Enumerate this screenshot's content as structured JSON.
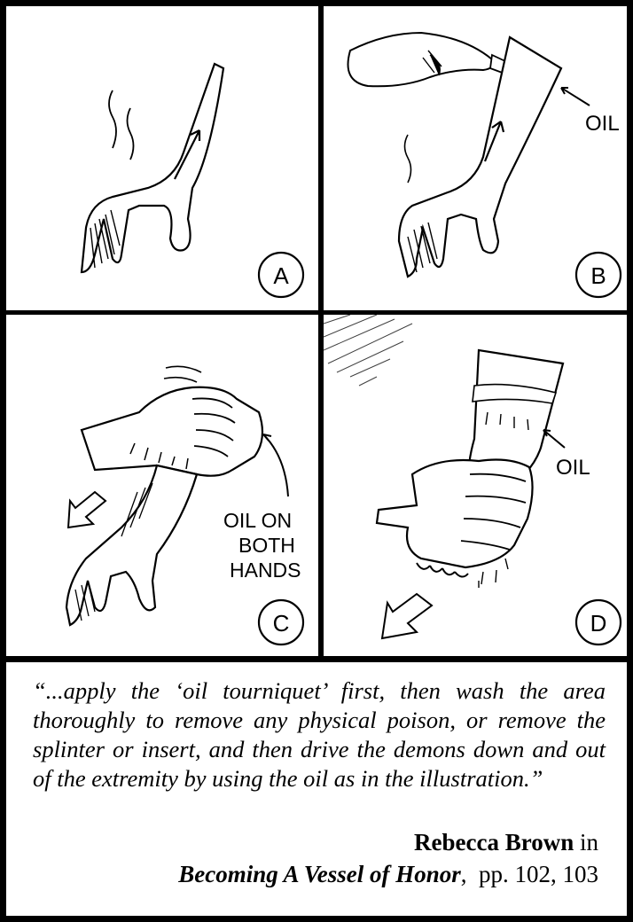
{
  "panels": {
    "a": {
      "badge": "A"
    },
    "b": {
      "badge": "B",
      "callout": "OIL"
    },
    "c": {
      "badge": "C",
      "callout_line1": "OIL ON",
      "callout_line2": "BOTH",
      "callout_line3": "HANDS"
    },
    "d": {
      "badge": "D",
      "callout": "OIL"
    }
  },
  "quote": {
    "text": "“...apply the ‘oil tourniquet’ first, then wash the area thoroughly to remove any physical poison, or remove the splinter or insert, and then drive the demons down and out of the extremity by using the oil as in the illustration.”"
  },
  "attribution": {
    "author": "Rebecca Brown",
    "connector": " in",
    "book": "Becoming A Vessel of Honor",
    "pages": ",  pp. 102, 103"
  }
}
